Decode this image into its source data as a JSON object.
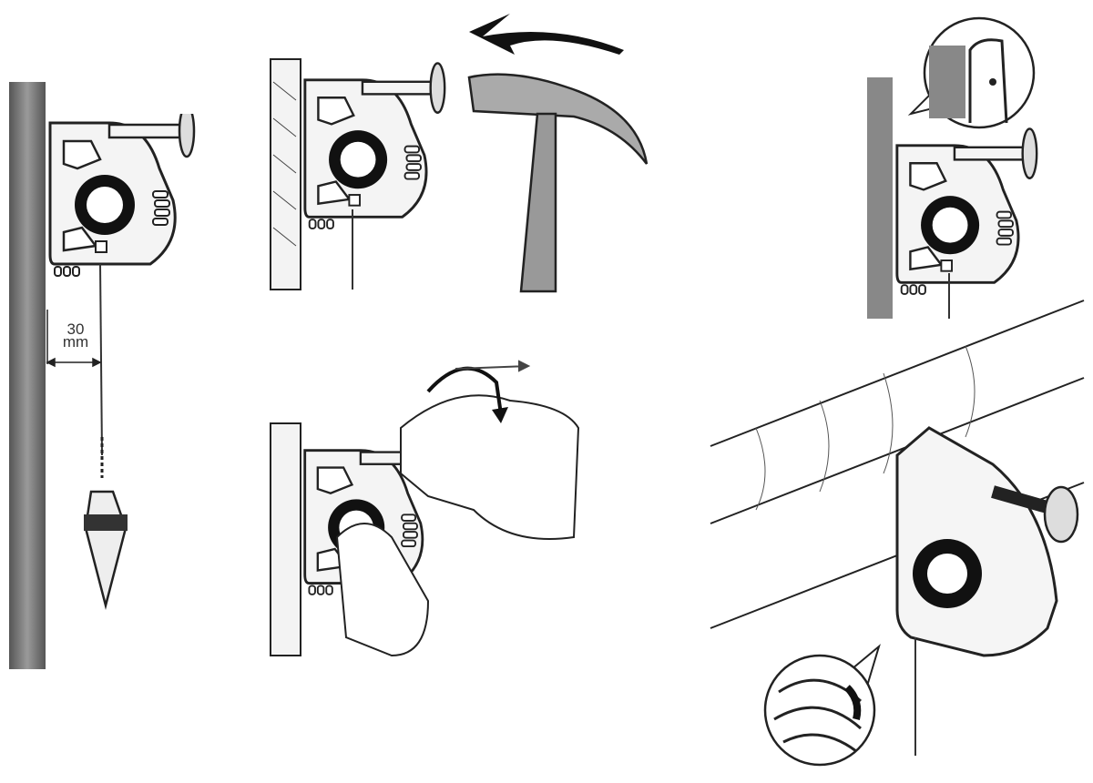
{
  "figure": {
    "dimension": {
      "value": "30",
      "unit": "mm"
    },
    "colors": {
      "stroke": "#222222",
      "wall": "#6e6e6e",
      "wood": "#f2f2f2",
      "hammer": "#9a9a9a",
      "arrow": "#111111"
    },
    "icons": [
      "wall-mounted-line-reel",
      "plumb-bob",
      "hammer",
      "hand",
      "rotate-arrow",
      "detail-callout"
    ]
  }
}
